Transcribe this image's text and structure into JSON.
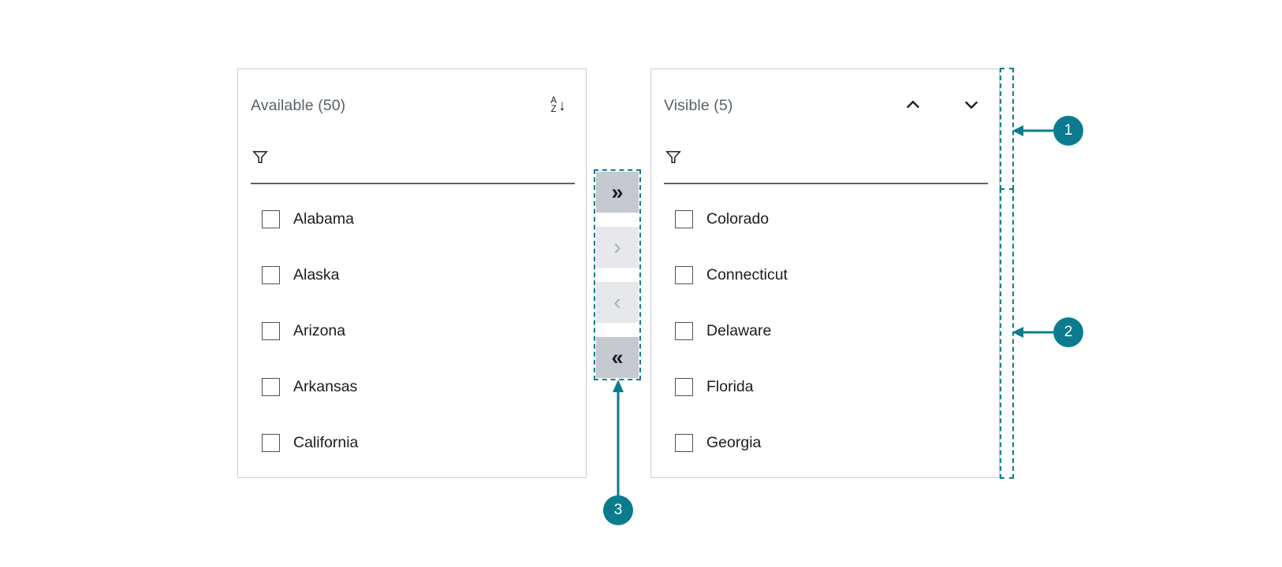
{
  "panels": [
    {
      "id": "available",
      "title": "Available (50)",
      "filter": {
        "value": "",
        "placeholder": "",
        "icon": "funnel-icon"
      },
      "header_actions": [
        {
          "name": "sort-az-icon",
          "letters_top": "A",
          "letters_bottom": "Z",
          "arrow": "↓"
        }
      ],
      "items": [
        {
          "label": "Alabama",
          "checked": false
        },
        {
          "label": "Alaska",
          "checked": false
        },
        {
          "label": "Arizona",
          "checked": false
        },
        {
          "label": "Arkansas",
          "checked": false
        },
        {
          "label": "California",
          "checked": false
        }
      ]
    },
    {
      "id": "visible",
      "title": "Visible (5)",
      "filter": {
        "value": "",
        "placeholder": "",
        "icon": "funnel-icon"
      },
      "header_actions": [
        {
          "name": "chevron-up-icon"
        },
        {
          "name": "chevron-down-icon"
        }
      ],
      "items": [
        {
          "label": "Colorado",
          "checked": false
        },
        {
          "label": "Connecticut",
          "checked": false
        },
        {
          "label": "Delaware",
          "checked": false
        },
        {
          "label": "Florida",
          "checked": false
        },
        {
          "label": "Georgia",
          "checked": false
        }
      ]
    }
  ],
  "transfer_buttons": [
    {
      "name": "move-all-right-button",
      "glyph": "»",
      "enabled": true
    },
    {
      "name": "move-right-button",
      "glyph": "›",
      "enabled": false
    },
    {
      "name": "move-left-button",
      "glyph": "‹",
      "enabled": false
    },
    {
      "name": "move-all-left-button",
      "glyph": "«",
      "enabled": true
    }
  ],
  "annotations": [
    {
      "number": "1"
    },
    {
      "number": "2"
    },
    {
      "number": "3"
    }
  ],
  "colors": {
    "accent": "#0b7c8f",
    "panel_border": "#c9ced4",
    "title_text": "#58616b",
    "item_text": "#1c1c1c",
    "button_enabled_bg": "#c4cacf",
    "button_disabled_bg": "#e6e8eb",
    "button_disabled_glyph": "#a9b0b7",
    "underline": "#5a616b"
  }
}
